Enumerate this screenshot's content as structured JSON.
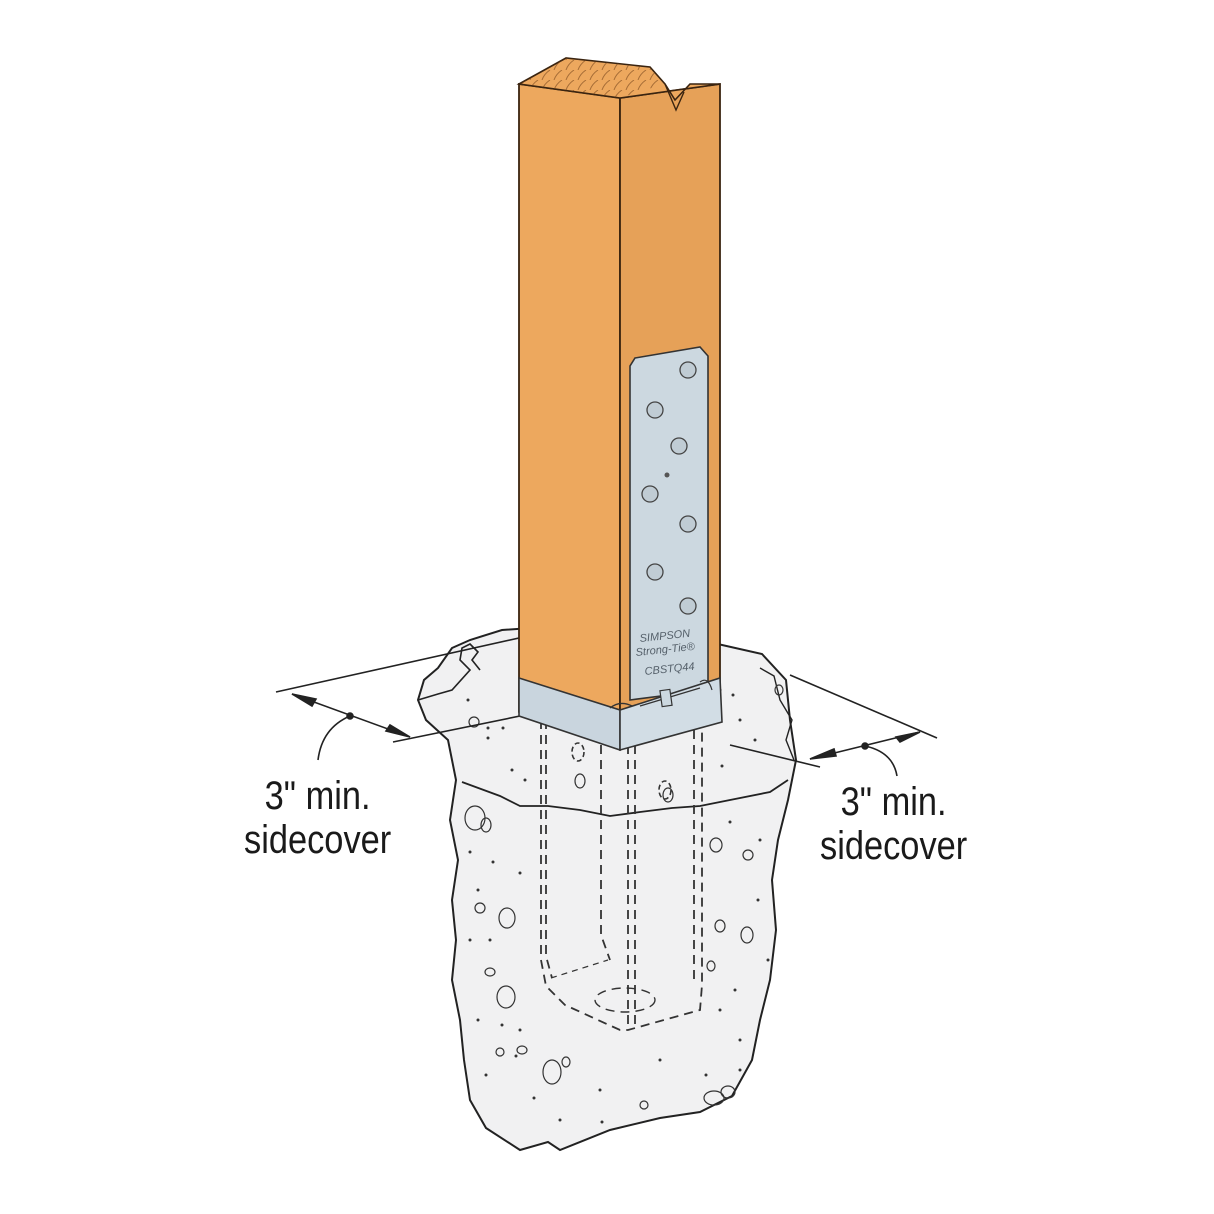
{
  "diagram": {
    "subject": "Wood post on concrete stem-wall / pier with post base anchor",
    "colors": {
      "wood": "#eda85e",
      "wood_dark": "#e29a4e",
      "steel": "#ccd8e0",
      "steel_dark": "#b8c6d0",
      "concrete": "#f1f1f2",
      "line": "#222222",
      "background": "#ffffff"
    },
    "connector": {
      "brand_line1": "SIMPSON",
      "brand_line2": "Strong-Tie®",
      "model": "CBSTQ44"
    },
    "callouts": {
      "left": {
        "line1": "3\" min.",
        "line2": "sidecover"
      },
      "right": {
        "line1": "3\" min.",
        "line2": "sidecover"
      }
    }
  }
}
